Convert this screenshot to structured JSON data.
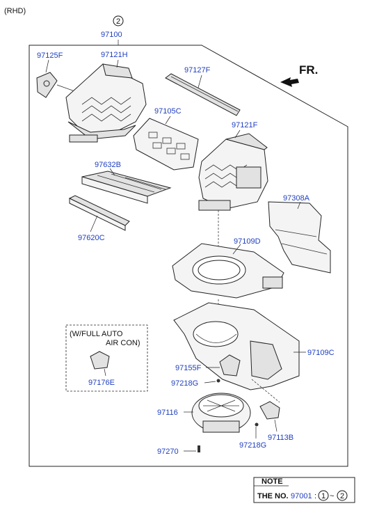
{
  "variant": "(RHD)",
  "assembly": {
    "circle_no": "2",
    "part_no": "97100"
  },
  "direction": "FR.",
  "parts": {
    "p97125F": "97125F",
    "p97121H": "97121H",
    "p97127F": "97127F",
    "p97105C": "97105C",
    "p97121F": "97121F",
    "p97632B": "97632B",
    "p97308A": "97308A",
    "p97620C": "97620C",
    "p97109D": "97109D",
    "p97109C": "97109C",
    "p97155F": "97155F",
    "p97218G_a": "97218G",
    "p97116": "97116",
    "p97113B": "97113B",
    "p97218G_b": "97218G",
    "p97270": "97270",
    "p97176E": "97176E"
  },
  "option_box": {
    "line1": "(W/FULL AUTO",
    "line2": "AIR CON)"
  },
  "note": {
    "title": "NOTE",
    "label": "THE NO.",
    "part_no": "97001",
    "sep": ":",
    "circle_a": "1",
    "tilde": "~",
    "circle_b": "2"
  },
  "colors": {
    "part_link": "#1f3fbf",
    "line": "#222222"
  }
}
